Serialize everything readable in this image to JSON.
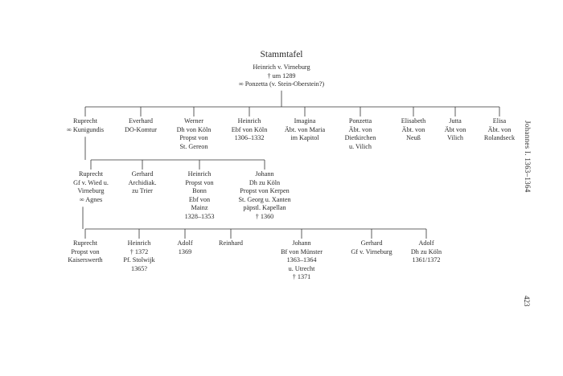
{
  "title": "Stammtafel",
  "side_header": "Johannes I. 1363–1364",
  "page_number": "423",
  "root": {
    "lines": [
      "Heinrich v. Virneburg",
      "† um 1289",
      "∞ Ponzetta (v. Stein-Oberstein?)"
    ]
  },
  "generation1": [
    {
      "lines": [
        "Ruprecht",
        "∞ Kunigundis"
      ]
    },
    {
      "lines": [
        "Everhard",
        "DO-Komtur"
      ]
    },
    {
      "lines": [
        "Werner",
        "Dh von Köln",
        "Propst von",
        "St. Gereon"
      ]
    },
    {
      "lines": [
        "Heinrich",
        "Ebf von Köln",
        "1306–1332"
      ]
    },
    {
      "lines": [
        "Imagina",
        "Äbt. von Maria",
        "im Kapitol"
      ]
    },
    {
      "lines": [
        "Ponzetta",
        "Äbt. von",
        "Dietkirchen",
        "u. Vilich"
      ]
    },
    {
      "lines": [
        "Elisabeth",
        "Äbt. von",
        "Neuß"
      ]
    },
    {
      "lines": [
        "Jutta",
        "Äbt von",
        "Vilich"
      ]
    },
    {
      "lines": [
        "Elisa",
        "Äbt. von",
        "Rolandseck"
      ]
    }
  ],
  "generation2": [
    {
      "lines": [
        "Ruprecht",
        "Gf v. Wied u.",
        "Virneburg",
        "∞ Agnes"
      ]
    },
    {
      "lines": [
        "Gerhard",
        "Archidiak.",
        "zu Trier"
      ]
    },
    {
      "lines": [
        "Heinrich",
        "Propst von",
        "Bonn",
        "Ebf von",
        "Mainz",
        "1328–1353"
      ]
    },
    {
      "lines": [
        "Johann",
        "Dh zu Köln",
        "Propst von Kerpen",
        "St. Georg u. Xanten",
        "päpstl. Kapellan",
        "† 1360"
      ]
    }
  ],
  "generation3": [
    {
      "lines": [
        "Ruprecht",
        "Propst von",
        "Kaiserswerth"
      ]
    },
    {
      "lines": [
        "Heinrich",
        "† 1372",
        "Pf. Stolwijk",
        "1365?"
      ]
    },
    {
      "lines": [
        "Adolf",
        "1369"
      ]
    },
    {
      "lines": [
        "Reinhard"
      ]
    },
    {
      "lines": [
        "Johann",
        "Bf von Münster",
        "1363–1364",
        "u. Utrecht",
        "† 1371"
      ]
    },
    {
      "lines": [
        "Gerhard",
        "Gf v. Virneburg"
      ]
    },
    {
      "lines": [
        "Adolf",
        "Dh zu Köln",
        "1361/1372"
      ]
    }
  ]
}
